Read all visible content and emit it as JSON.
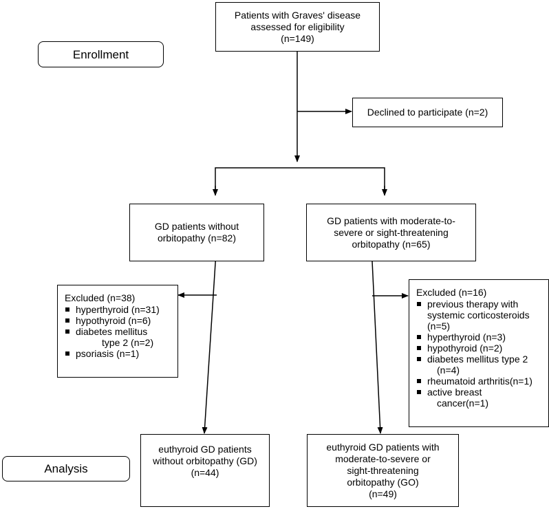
{
  "stages": {
    "enrollment": "Enrollment",
    "analysis": "Analysis"
  },
  "assessed": {
    "lines": [
      "Patients with Graves' disease",
      "assessed for eligibility",
      "(n=149)"
    ]
  },
  "declined": {
    "text": "Declined to participate  (n=2)"
  },
  "gd_group": {
    "lines": [
      "GD patients without",
      "orbitopathy  (n=82)"
    ]
  },
  "go_group": {
    "lines": [
      "GD patients with moderate-to-",
      "severe or sight-threatening",
      "orbitopathy (n=65)"
    ]
  },
  "excluded_gd": {
    "header": "Excluded (n=38)",
    "items": [
      {
        "lines": [
          "hyperthyroid (n=31)"
        ],
        "indent": false
      },
      {
        "lines": [
          "hypothyroid (n=6)"
        ],
        "indent": false
      },
      {
        "lines": [
          "diabetes mellitus",
          "type 2 (n=2)"
        ],
        "indent": true
      },
      {
        "lines": [
          "psoriasis (n=1)"
        ],
        "indent": false
      }
    ]
  },
  "excluded_go": {
    "header": "Excluded (n=16)",
    "items": [
      {
        "lines": [
          "previous therapy with",
          "systemic corticosteroids",
          "(n=5)"
        ],
        "indent": false
      },
      {
        "lines": [
          "hyperthyroid (n=3)"
        ],
        "indent": false
      },
      {
        "lines": [
          "hypothyroid (n=2)"
        ],
        "indent": false
      },
      {
        "lines": [
          "diabetes mellitus type 2",
          "(n=4)"
        ],
        "indent": true
      },
      {
        "lines": [
          "rheumatoid arthritis(n=1)"
        ],
        "indent": false
      },
      {
        "lines": [
          "active breast",
          "cancer(n=1)"
        ],
        "indent": true
      }
    ]
  },
  "analysis_gd": {
    "lines": [
      "euthyroid GD patients",
      "without orbitopathy (GD)",
      "(n=44)"
    ]
  },
  "analysis_go": {
    "lines": [
      "euthyroid GD patients with",
      "moderate-to-severe or",
      "sight-threatening",
      "orbitopathy (GO)",
      "(n=49)"
    ]
  }
}
